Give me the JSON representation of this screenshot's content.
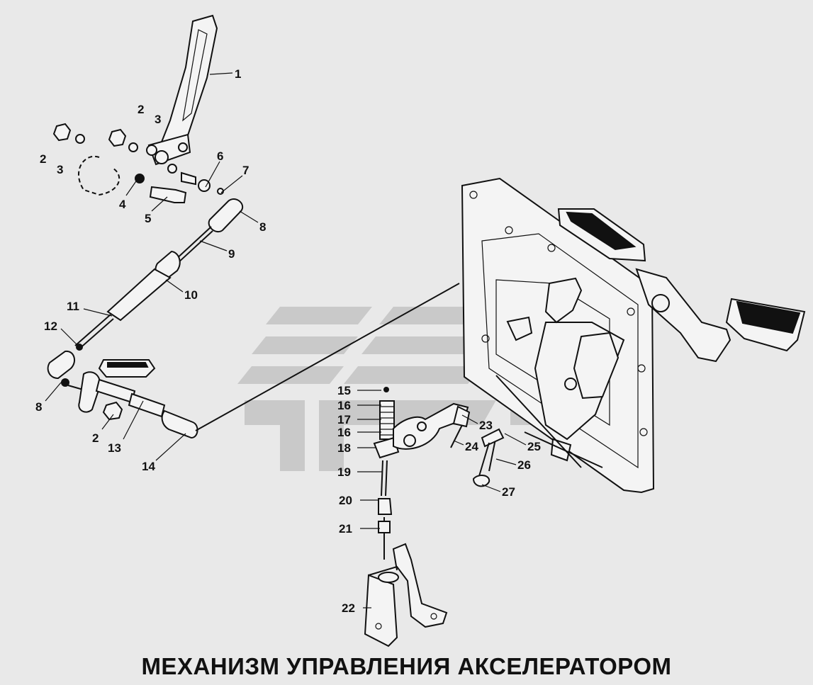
{
  "caption": "МЕХАНИЗМ УПРАВЛЕНИЯ АКСЕЛЕРАТОРОМ",
  "callouts": [
    {
      "id": "c1",
      "text": "1"
    },
    {
      "id": "c2a",
      "text": "2"
    },
    {
      "id": "c3a",
      "text": "3"
    },
    {
      "id": "c2b",
      "text": "2"
    },
    {
      "id": "c3b",
      "text": "3"
    },
    {
      "id": "c4",
      "text": "4"
    },
    {
      "id": "c5",
      "text": "5"
    },
    {
      "id": "c6",
      "text": "6"
    },
    {
      "id": "c7",
      "text": "7"
    },
    {
      "id": "c8a",
      "text": "8"
    },
    {
      "id": "c9",
      "text": "9"
    },
    {
      "id": "c10",
      "text": "10"
    },
    {
      "id": "c11",
      "text": "11"
    },
    {
      "id": "c12",
      "text": "12"
    },
    {
      "id": "c8b",
      "text": "8"
    },
    {
      "id": "c2c",
      "text": "2"
    },
    {
      "id": "c13",
      "text": "13"
    },
    {
      "id": "c14",
      "text": "14"
    },
    {
      "id": "c15",
      "text": "15"
    },
    {
      "id": "c16a",
      "text": "16"
    },
    {
      "id": "c17",
      "text": "17"
    },
    {
      "id": "c16b",
      "text": "16"
    },
    {
      "id": "c18",
      "text": "18"
    },
    {
      "id": "c19",
      "text": "19"
    },
    {
      "id": "c20",
      "text": "20"
    },
    {
      "id": "c21",
      "text": "21"
    },
    {
      "id": "c22",
      "text": "22"
    },
    {
      "id": "c23",
      "text": "23"
    },
    {
      "id": "c24",
      "text": "24"
    },
    {
      "id": "c25",
      "text": "25"
    },
    {
      "id": "c26",
      "text": "26"
    },
    {
      "id": "c27",
      "text": "27"
    }
  ]
}
